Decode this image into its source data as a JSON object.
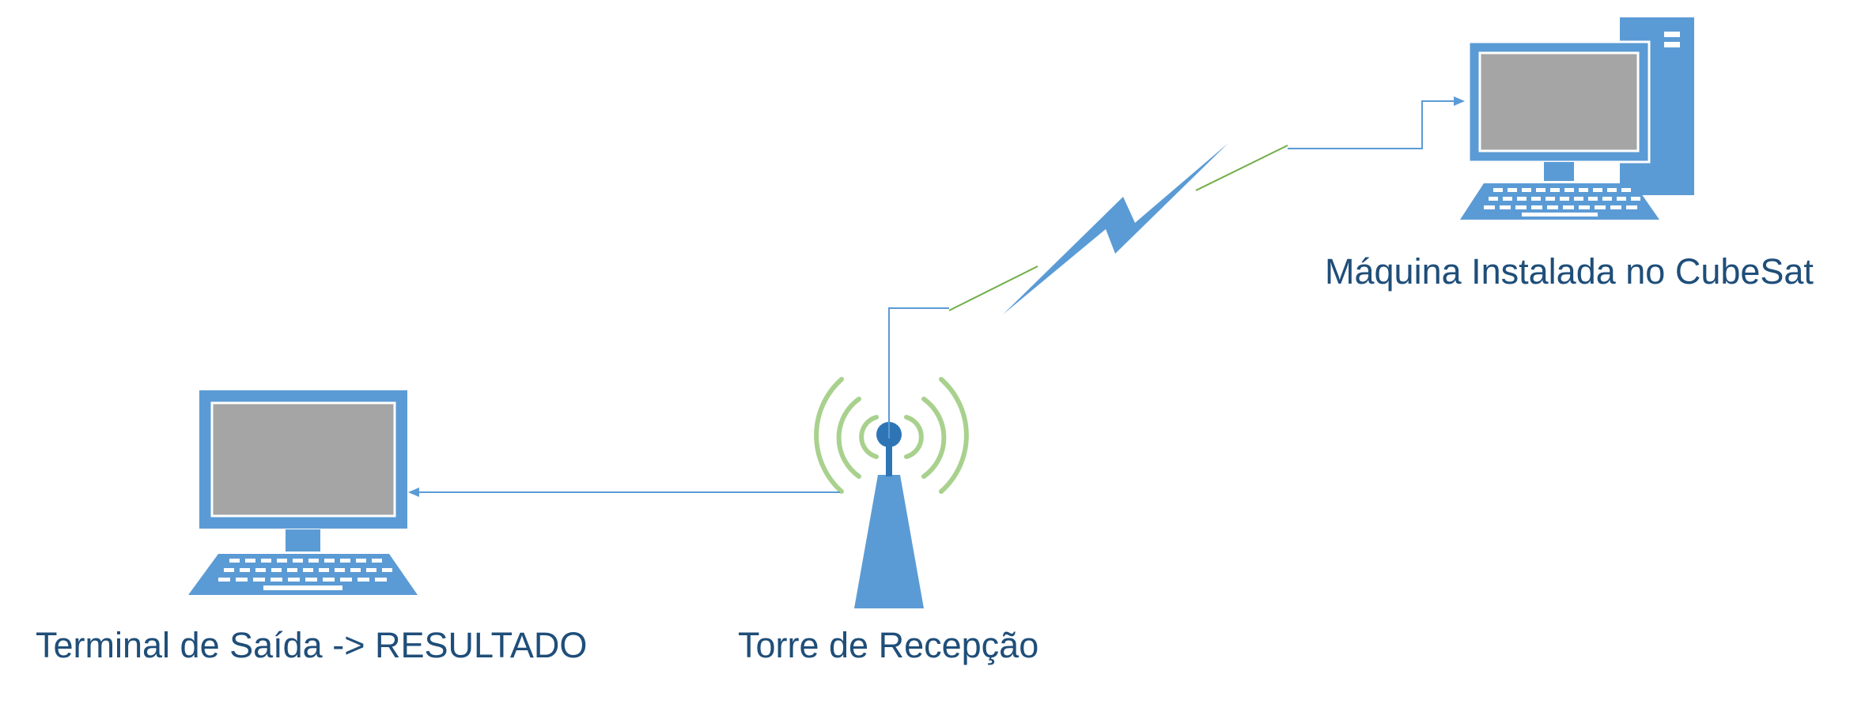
{
  "labels": {
    "cubesat_machine": "Máquina Instalada no CubeSat",
    "tower": "Torre de Recepção",
    "terminal": "Terminal de Saída -> RESULTADO"
  },
  "colors": {
    "device_blue": "#5b9bd5",
    "screen_gray": "#a5a5a5",
    "signal_green": "#a9d18e",
    "link_green": "#70ad47",
    "antenna_dark": "#2e75b6",
    "text": "#1f4e79"
  }
}
